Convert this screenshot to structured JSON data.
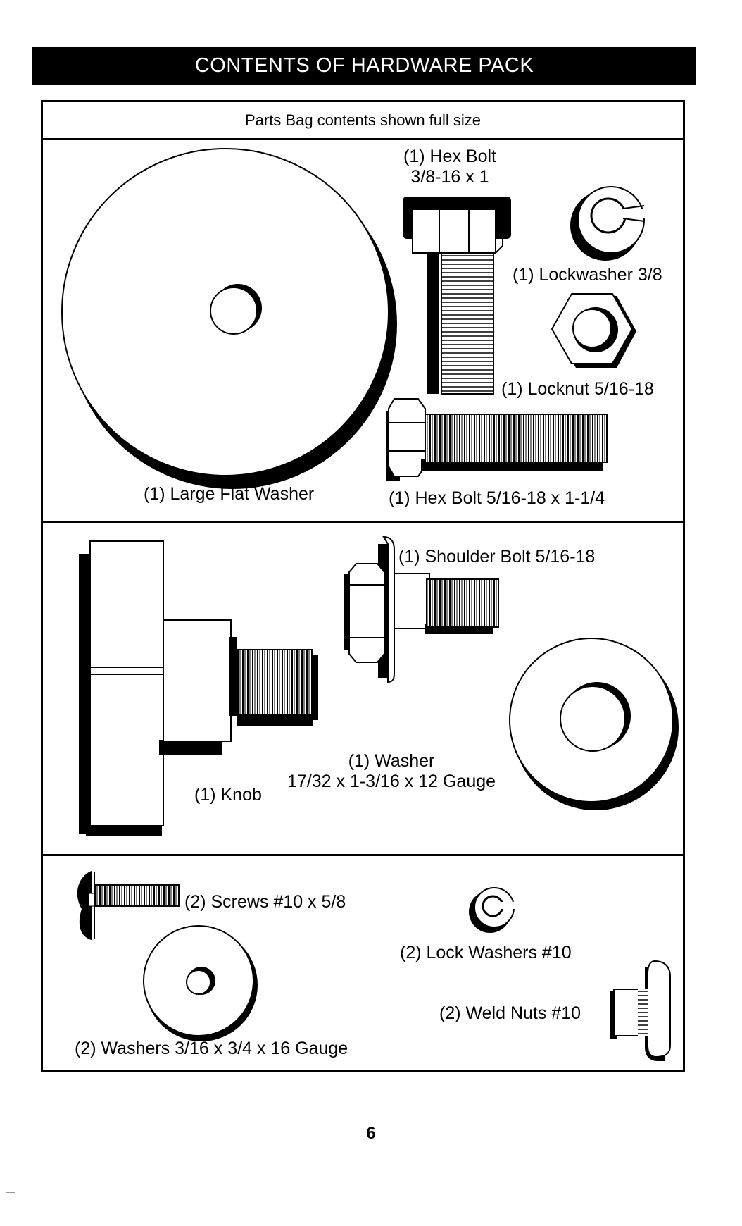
{
  "header": {
    "title": "CONTENTS OF HARDWARE PACK"
  },
  "subheader": "Parts Bag contents shown full size",
  "parts": {
    "hex_bolt_large": {
      "line1": "(1) Hex Bolt",
      "line2": "3/8-16 x 1"
    },
    "lockwasher_3_8": "(1) Lockwasher  3/8",
    "locknut": "(1) Locknut  5/16-18",
    "large_flat_washer": "(1) Large Flat Washer",
    "hex_bolt_long": "(1) Hex Bolt  5/16-18 x 1-1/4",
    "shoulder_bolt": "(1) Shoulder Bolt  5/16-18",
    "washer": {
      "line1": "(1) Washer",
      "line2": "17/32 x 1-3/16 x 12 Gauge"
    },
    "knob": "(1) Knob",
    "screws": "(2) Screws  #10 x 5/8",
    "lock_washers_10": "(2) Lock Washers  #10",
    "weld_nuts": "(2) Weld Nuts  #10",
    "washers_small": "(2) Washers  3/16 x 3/4 x 16 Gauge"
  },
  "footer": {
    "page_number": "6"
  },
  "icons": [
    "large-flat-washer-icon",
    "hex-bolt-icon",
    "lockwasher-icon",
    "locknut-icon",
    "long-hex-bolt-icon",
    "knob-icon",
    "shoulder-bolt-icon",
    "washer-icon",
    "screw-icon",
    "lock-washer-icon",
    "weld-nut-icon",
    "small-washer-icon"
  ],
  "colors": {
    "ink": "#000000",
    "paper": "#ffffff",
    "shadow": "#000000"
  }
}
